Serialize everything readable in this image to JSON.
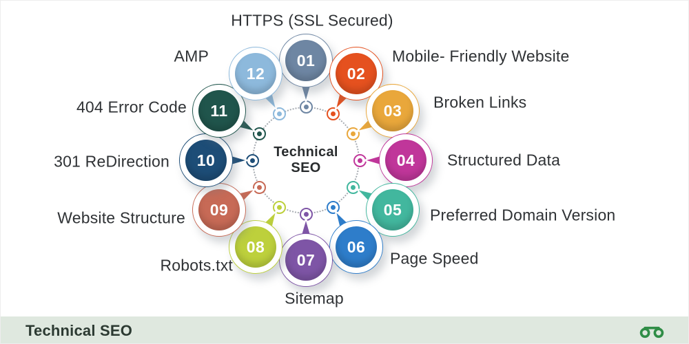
{
  "diagram": {
    "center": {
      "line1": "Technical",
      "line2": "SEO"
    },
    "items": [
      {
        "number": "01",
        "label": "HTTPS (SSL Secured)",
        "color": "#6e86a3"
      },
      {
        "number": "02",
        "label": "Mobile- Friendly Website",
        "color": "#e5511f"
      },
      {
        "number": "03",
        "label": "Broken Links",
        "color": "#e9a73b"
      },
      {
        "number": "04",
        "label": "Structured Data",
        "color": "#c0369a"
      },
      {
        "number": "05",
        "label": "Preferred Domain Version",
        "color": "#42b79e"
      },
      {
        "number": "06",
        "label": "Page Speed",
        "color": "#2e7dca"
      },
      {
        "number": "07",
        "label": "Sitemap",
        "color": "#7e55a6"
      },
      {
        "number": "08",
        "label": "Robots.txt",
        "color": "#bdd03c"
      },
      {
        "number": "09",
        "label": "Website Structure",
        "color": "#c76a56"
      },
      {
        "number": "10",
        "label": "301 ReDirection",
        "color": "#1d4d77"
      },
      {
        "number": "11",
        "label": "404 Error Code",
        "color": "#20554c"
      },
      {
        "number": "12",
        "label": "AMP",
        "color": "#8db9dc"
      }
    ]
  },
  "footer": {
    "title": "Technical SEO",
    "logo": "geeksforgeeks-logo",
    "logo_color": "#2f8d46",
    "bar_color": "#dfe8df"
  }
}
